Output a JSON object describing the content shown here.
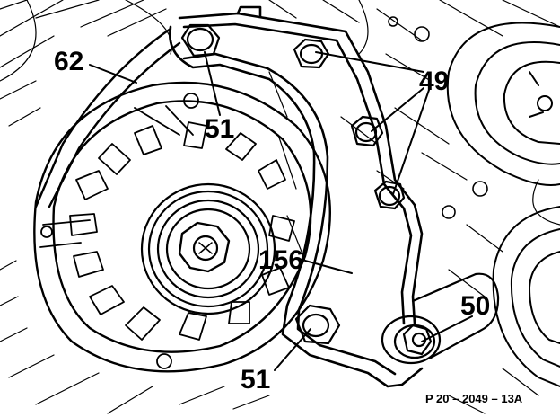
{
  "diagram": {
    "callouts": {
      "belt": "62",
      "upper_bolt": "51",
      "bracket_bolts": "49",
      "guard": "156",
      "lower_bolt": "51",
      "pivot_bolt": "50"
    },
    "reference_code": "P 20 – 2049 – 13A"
  },
  "colors": {
    "ink": "#000000",
    "paper": "#ffffff"
  }
}
